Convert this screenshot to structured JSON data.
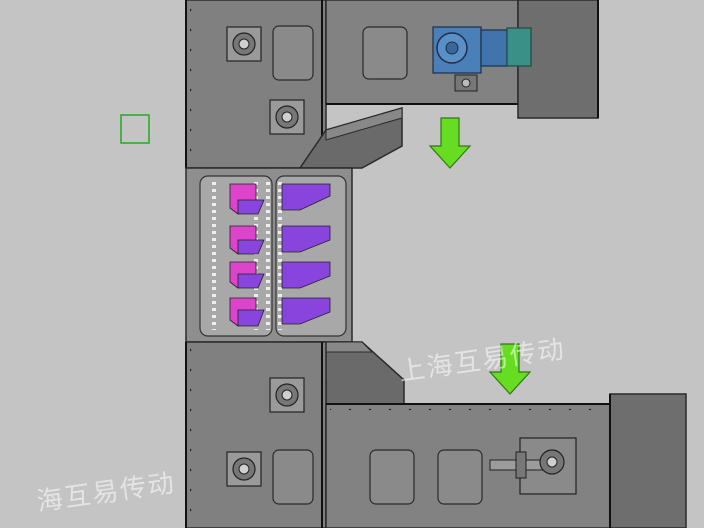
{
  "watermark": {
    "upper": "上海互易传动",
    "lower": "海互易传动"
  },
  "colors": {
    "background": "#c4c4c4",
    "plate": "#7e7e7e",
    "plate_light": "#9a9a9a",
    "outline": "#2a2a2a",
    "arrow": "#66dd22",
    "motor": "#4a7fb8",
    "motor_teal": "#3a8f86",
    "flight_purple": "#8844dd",
    "flight_magenta": "#dd44cc",
    "marker": "#22aa22"
  },
  "arrows": [
    "flow-direction-upper",
    "flow-direction-lower"
  ],
  "icons": [
    "bearing-icon",
    "drive-motor-icon",
    "drive-shaft-icon",
    "down-arrow-icon"
  ]
}
